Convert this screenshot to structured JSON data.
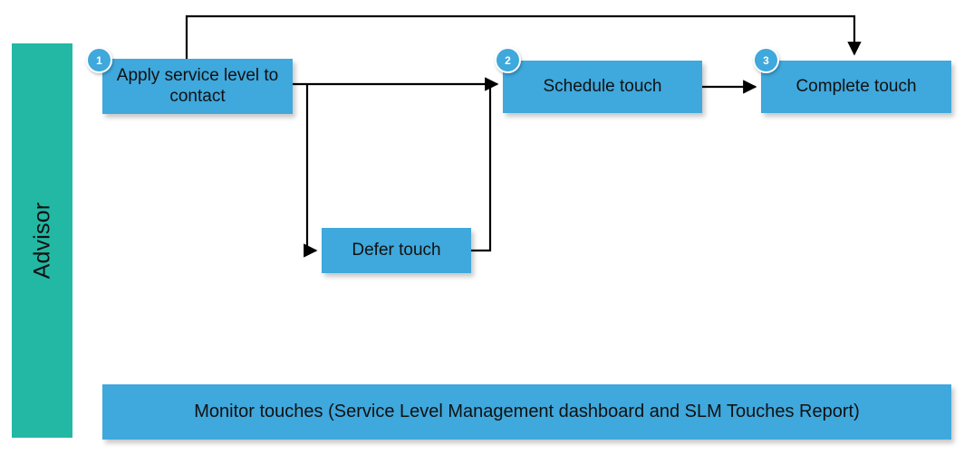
{
  "diagram": {
    "type": "swimlane-flowchart",
    "background_color": "#ffffff",
    "swimlane": {
      "label": "Advisor",
      "color": "#22b8a4",
      "orientation": "vertical"
    },
    "node_color": "#3fa8dc",
    "connector_color": "#000000",
    "nodes": [
      {
        "id": "apply",
        "label": "Apply service level to contact",
        "badge": "1"
      },
      {
        "id": "schedule",
        "label": "Schedule touch",
        "badge": "2"
      },
      {
        "id": "complete",
        "label": "Complete touch",
        "badge": "3"
      },
      {
        "id": "defer",
        "label": "Defer touch",
        "badge": ""
      },
      {
        "id": "monitor",
        "label": "Monitor touches (Service Level Management dashboard and SLM Touches Report)",
        "badge": ""
      }
    ],
    "connectors": [
      {
        "from": "apply",
        "to": "schedule",
        "style": "elbow-right"
      },
      {
        "from": "apply",
        "to": "defer",
        "style": "elbow-down-left"
      },
      {
        "from": "defer",
        "to": "schedule",
        "style": "elbow-up-right"
      },
      {
        "from": "schedule",
        "to": "complete",
        "style": "straight-right"
      },
      {
        "from": "apply",
        "to": "complete",
        "style": "loop-over-top"
      }
    ]
  }
}
